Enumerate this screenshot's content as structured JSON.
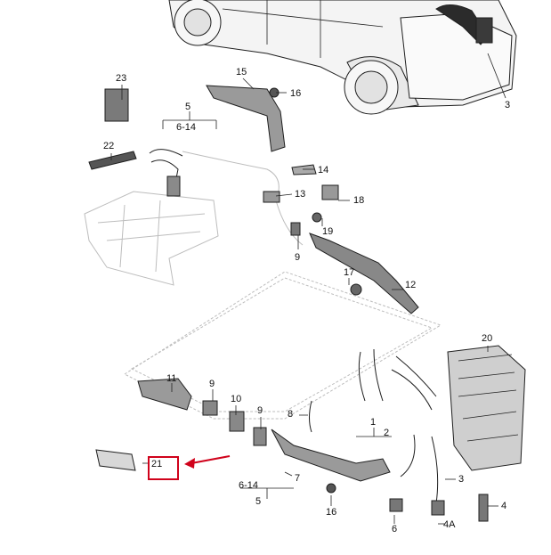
{
  "diagram": {
    "callouts": {
      "p23": "23",
      "p15": "15",
      "p16a": "16",
      "p5a": "5",
      "p614a": "6-14",
      "p22": "22",
      "p14": "14",
      "p13": "13",
      "p18": "18",
      "p19": "19",
      "p9a": "9",
      "p17": "17",
      "p12": "12",
      "p3": "3",
      "p20": "20",
      "p11": "11",
      "p9b": "9",
      "p10": "10",
      "p9c": "9",
      "p8": "8",
      "p1": "1",
      "p2": "2",
      "p21": "21",
      "p614b": "6-14",
      "p5b": "5",
      "p7": "7",
      "p16b": "16",
      "p3b": "3",
      "p4": "4",
      "p6": "6",
      "p4a": "4A"
    },
    "highlight_color": "#d0021b",
    "highlight_target": "21"
  }
}
